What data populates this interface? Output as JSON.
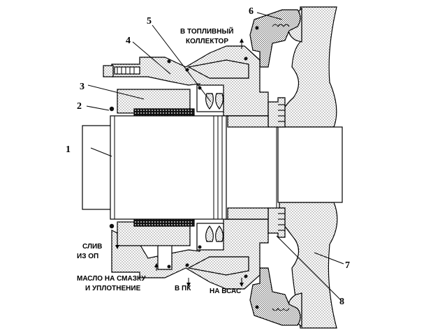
{
  "labels": {
    "fuel_line1": "В ТОПЛИВНЫЙ",
    "fuel_line2": "КОЛЛЕКТОР",
    "drain_line1": "СЛИВ",
    "drain_line2": "ИЗ  ОП",
    "oil_line1": "МАСЛО НА СМАЗКУ",
    "oil_line2": "И УПЛОТНЕНИЕ",
    "pk": "В  ПК",
    "vsas": "НА ВСАС"
  },
  "callouts": [
    "1",
    "2",
    "3",
    "4",
    "5",
    "6",
    "7",
    "8"
  ],
  "colors": {
    "outline": "#000000",
    "background": "#ffffff",
    "stipple": "#000000"
  }
}
